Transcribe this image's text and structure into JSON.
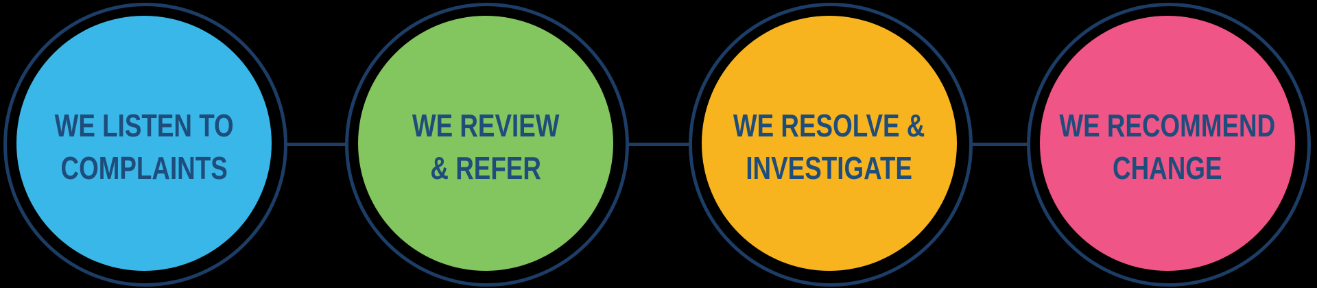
{
  "colors": {
    "background": "#000000",
    "outline": "#1c3d66",
    "connector": "#1c3d66",
    "text": "#1e4d7c"
  },
  "steps": [
    {
      "id": "listen",
      "fill": "#39b7e9",
      "lines": [
        "WE LISTEN TO",
        "COMPLAINTS"
      ]
    },
    {
      "id": "review",
      "fill": "#83c55e",
      "lines": [
        "WE REVIEW",
        "& REFER"
      ]
    },
    {
      "id": "resolve",
      "fill": "#f8b41f",
      "lines": [
        "WE RESOLVE &",
        "INVESTIGATE"
      ]
    },
    {
      "id": "recommend",
      "fill": "#ef5586",
      "lines": [
        "WE RECOMMEND",
        "CHANGE"
      ]
    }
  ]
}
